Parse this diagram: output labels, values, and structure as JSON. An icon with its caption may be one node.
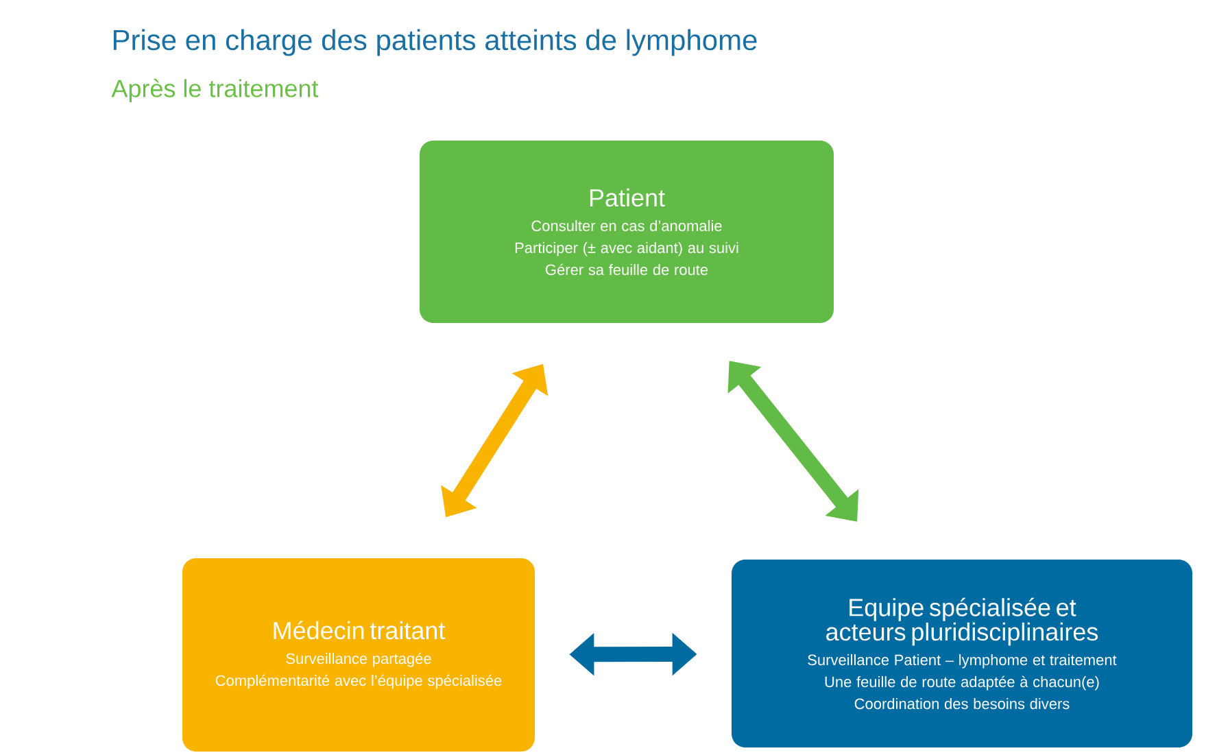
{
  "diagram": {
    "title": "Prise en charge des patients atteints de lymphome",
    "labels": [
      "Après le traitement"
    ],
    "nodes": [
      {
        "text": [
          "Patient",
          "Consulter en cas d’anomalie",
          "Participer (± avec aidant) au suivi",
          "Gérer sa feuille de route"
        ]
      },
      {
        "text": [
          "Médecin traitant",
          "Surveillance partagée",
          "Complémentarité avec l’équipe spécialisée"
        ]
      },
      {
        "text": [
          "Equipe spécialisée et acteurs pluridisciplinaires",
          "Surveillance Patient – lymphome et traitement",
          "Une feuille de route adaptée à chacun(e)",
          "Coordination des besoins divers"
        ]
      }
    ],
    "edges": [
      {
        "from": 1,
        "to": 0,
        "arrow": "both",
        "color": "#f8b400"
      },
      {
        "from": 0,
        "to": 2,
        "arrow": "both",
        "color": "#62bb46"
      },
      {
        "from": 1,
        "to": 2,
        "arrow": "both",
        "color": "#006ba1"
      }
    ]
  }
}
